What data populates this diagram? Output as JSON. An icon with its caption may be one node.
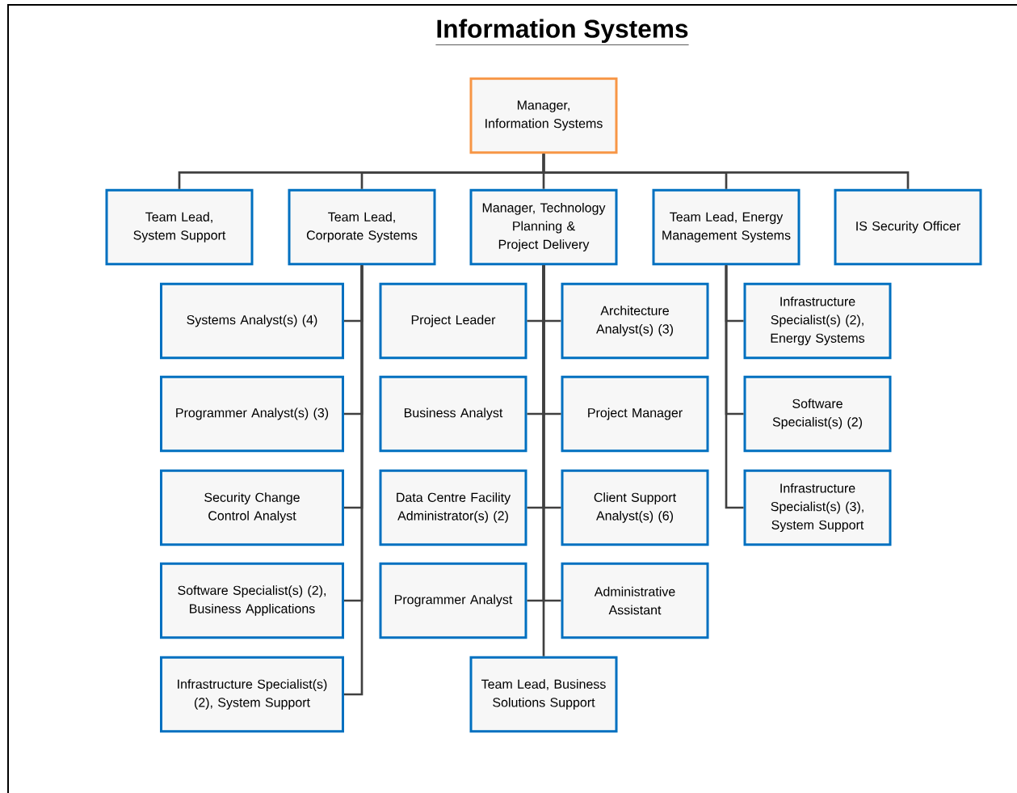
{
  "diagram": {
    "title": "Information Systems",
    "nodes": [
      {
        "text": [
          "Manager, Information Systems"
        ]
      },
      {
        "text": [
          "Team Lead, System Support"
        ]
      },
      {
        "text": [
          "Team Lead, Corporate Systems"
        ]
      },
      {
        "text": [
          "Manager, Technology Planning & Project Delivery"
        ]
      },
      {
        "text": [
          "Team Lead, Energy Management Systems"
        ]
      },
      {
        "text": [
          "IS Security Officer"
        ]
      },
      {
        "text": [
          "Systems Analyst(s) (4)"
        ]
      },
      {
        "text": [
          "Programmer Analyst(s) (3)"
        ]
      },
      {
        "text": [
          "Security Change Control Analyst"
        ]
      },
      {
        "text": [
          "Software Specialist(s) (2), Business Applications"
        ]
      },
      {
        "text": [
          "Infrastructure Specialist(s) (2), System Support"
        ]
      },
      {
        "text": [
          "Project Leader"
        ]
      },
      {
        "text": [
          "Architecture Analyst(s) (3)"
        ]
      },
      {
        "text": [
          "Business Analyst"
        ]
      },
      {
        "text": [
          "Project Manager"
        ]
      },
      {
        "text": [
          "Data Centre Facility Administrator(s) (2)"
        ]
      },
      {
        "text": [
          "Client Support Analyst(s) (6)"
        ]
      },
      {
        "text": [
          "Programmer Analyst"
        ]
      },
      {
        "text": [
          "Administrative Assistant"
        ]
      },
      {
        "text": [
          "Team Lead, Business Solutions Support"
        ]
      },
      {
        "text": [
          "Infrastructure Specialist(s) (2), Energy Systems"
        ]
      },
      {
        "text": [
          "Software Specialist(s) (2)"
        ]
      },
      {
        "text": [
          "Infrastructure Specialist(s) (3), System Support"
        ]
      }
    ],
    "edges": [
      {
        "from": 0,
        "to": 1,
        "arrow": "none"
      },
      {
        "from": 0,
        "to": 2,
        "arrow": "none"
      },
      {
        "from": 0,
        "to": 3,
        "arrow": "none"
      },
      {
        "from": 0,
        "to": 4,
        "arrow": "none"
      },
      {
        "from": 0,
        "to": 5,
        "arrow": "none"
      },
      {
        "from": 2,
        "to": 6,
        "arrow": "none"
      },
      {
        "from": 2,
        "to": 7,
        "arrow": "none"
      },
      {
        "from": 2,
        "to": 8,
        "arrow": "none"
      },
      {
        "from": 2,
        "to": 9,
        "arrow": "none"
      },
      {
        "from": 2,
        "to": 10,
        "arrow": "none"
      },
      {
        "from": 3,
        "to": 11,
        "arrow": "none"
      },
      {
        "from": 3,
        "to": 12,
        "arrow": "none"
      },
      {
        "from": 3,
        "to": 13,
        "arrow": "none"
      },
      {
        "from": 3,
        "to": 14,
        "arrow": "none"
      },
      {
        "from": 3,
        "to": 15,
        "arrow": "none"
      },
      {
        "from": 3,
        "to": 16,
        "arrow": "none"
      },
      {
        "from": 3,
        "to": 17,
        "arrow": "none"
      },
      {
        "from": 3,
        "to": 18,
        "arrow": "none"
      },
      {
        "from": 3,
        "to": 19,
        "arrow": "none"
      },
      {
        "from": 4,
        "to": 20,
        "arrow": "none"
      },
      {
        "from": 4,
        "to": 21,
        "arrow": "none"
      },
      {
        "from": 4,
        "to": 22,
        "arrow": "none"
      }
    ]
  }
}
